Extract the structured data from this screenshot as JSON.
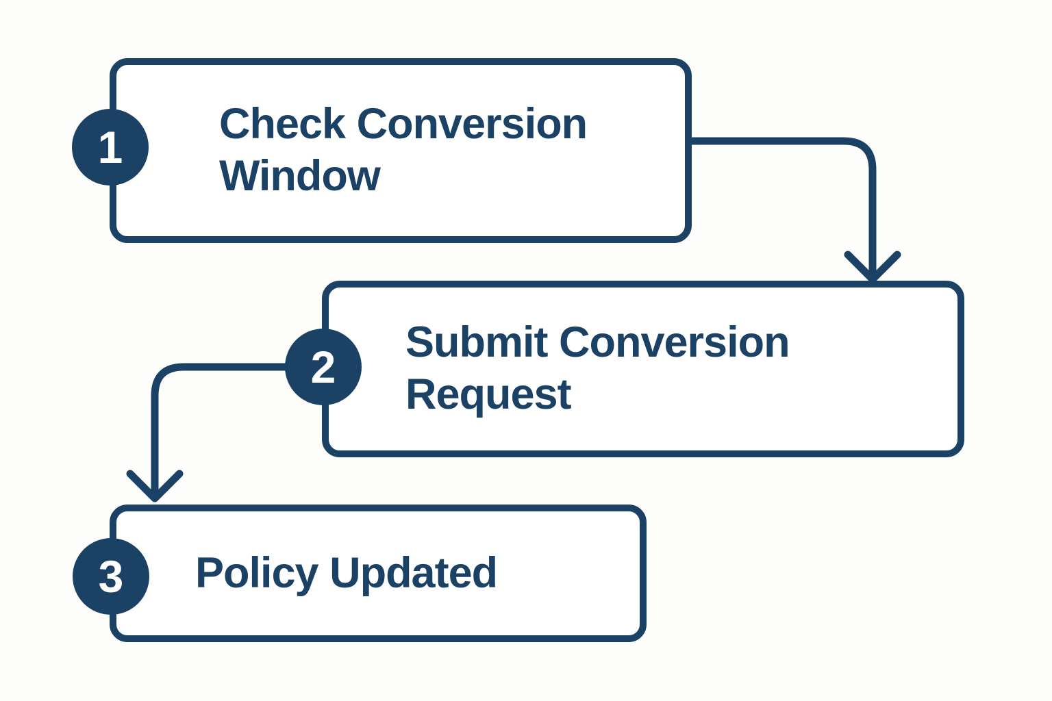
{
  "colors": {
    "accent_navy": "#1b4264",
    "box_fill": "#ffffff",
    "background": "#fdfdfc",
    "badge_number_color": "#ffffff"
  },
  "flowchart": {
    "title": "",
    "type": "process-flow",
    "steps": [
      {
        "number": "1",
        "label": "Check Conversion\nWindow"
      },
      {
        "number": "2",
        "label": "Submit Conversion\nRequest"
      },
      {
        "number": "3",
        "label": "Policy Updated"
      }
    ],
    "connections": [
      {
        "from": "1",
        "to": "2",
        "style": "elbow-right-down-arrow"
      },
      {
        "from": "2",
        "to": "3",
        "style": "elbow-left-down-arrow"
      }
    ]
  }
}
